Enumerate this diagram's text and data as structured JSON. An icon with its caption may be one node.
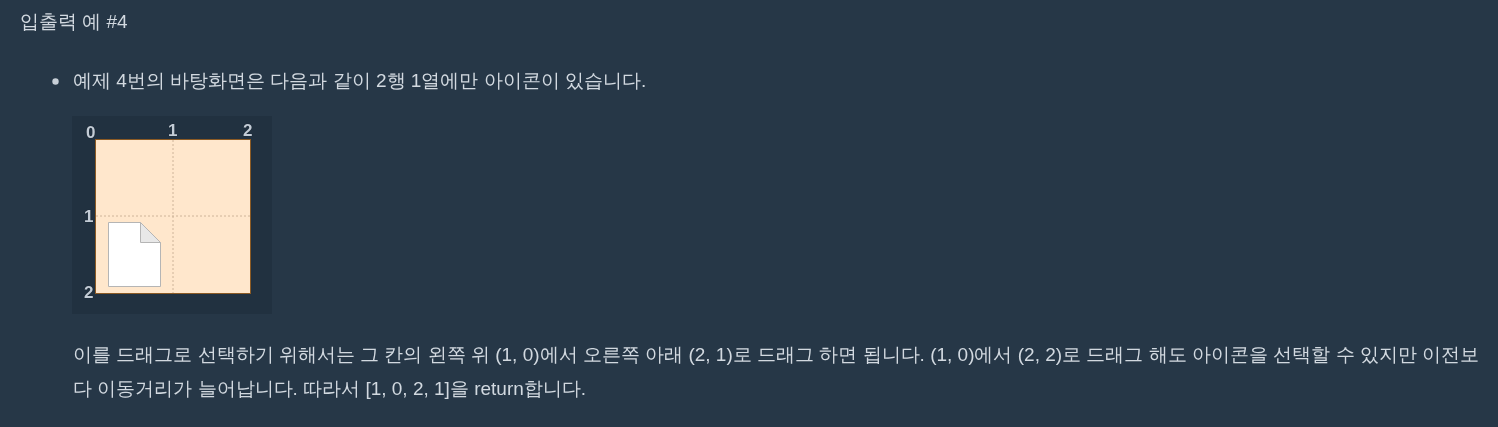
{
  "diagram": {
    "title": "입출력 예 #4",
    "labels": [
      "예제 4번의 바탕화면은 다음과 같이 2행 1열에만 아이콘이 있습니다.",
      "0",
      "1",
      "2",
      "1",
      "2",
      "이를 드래그로 선택하기 위해서는 그 칸의 왼쪽 위 (1, 0)에서 오른쪽 아래 (2, 1)로 드래그 하면 됩니다. (1, 0)에서 (2, 2)로 드래그 해도 아이콘을 선택할 수 있지만 이전보다 이동거리가 늘어납니다. 따라서 [1, 0, 2, 1]을 return합니다."
    ]
  }
}
